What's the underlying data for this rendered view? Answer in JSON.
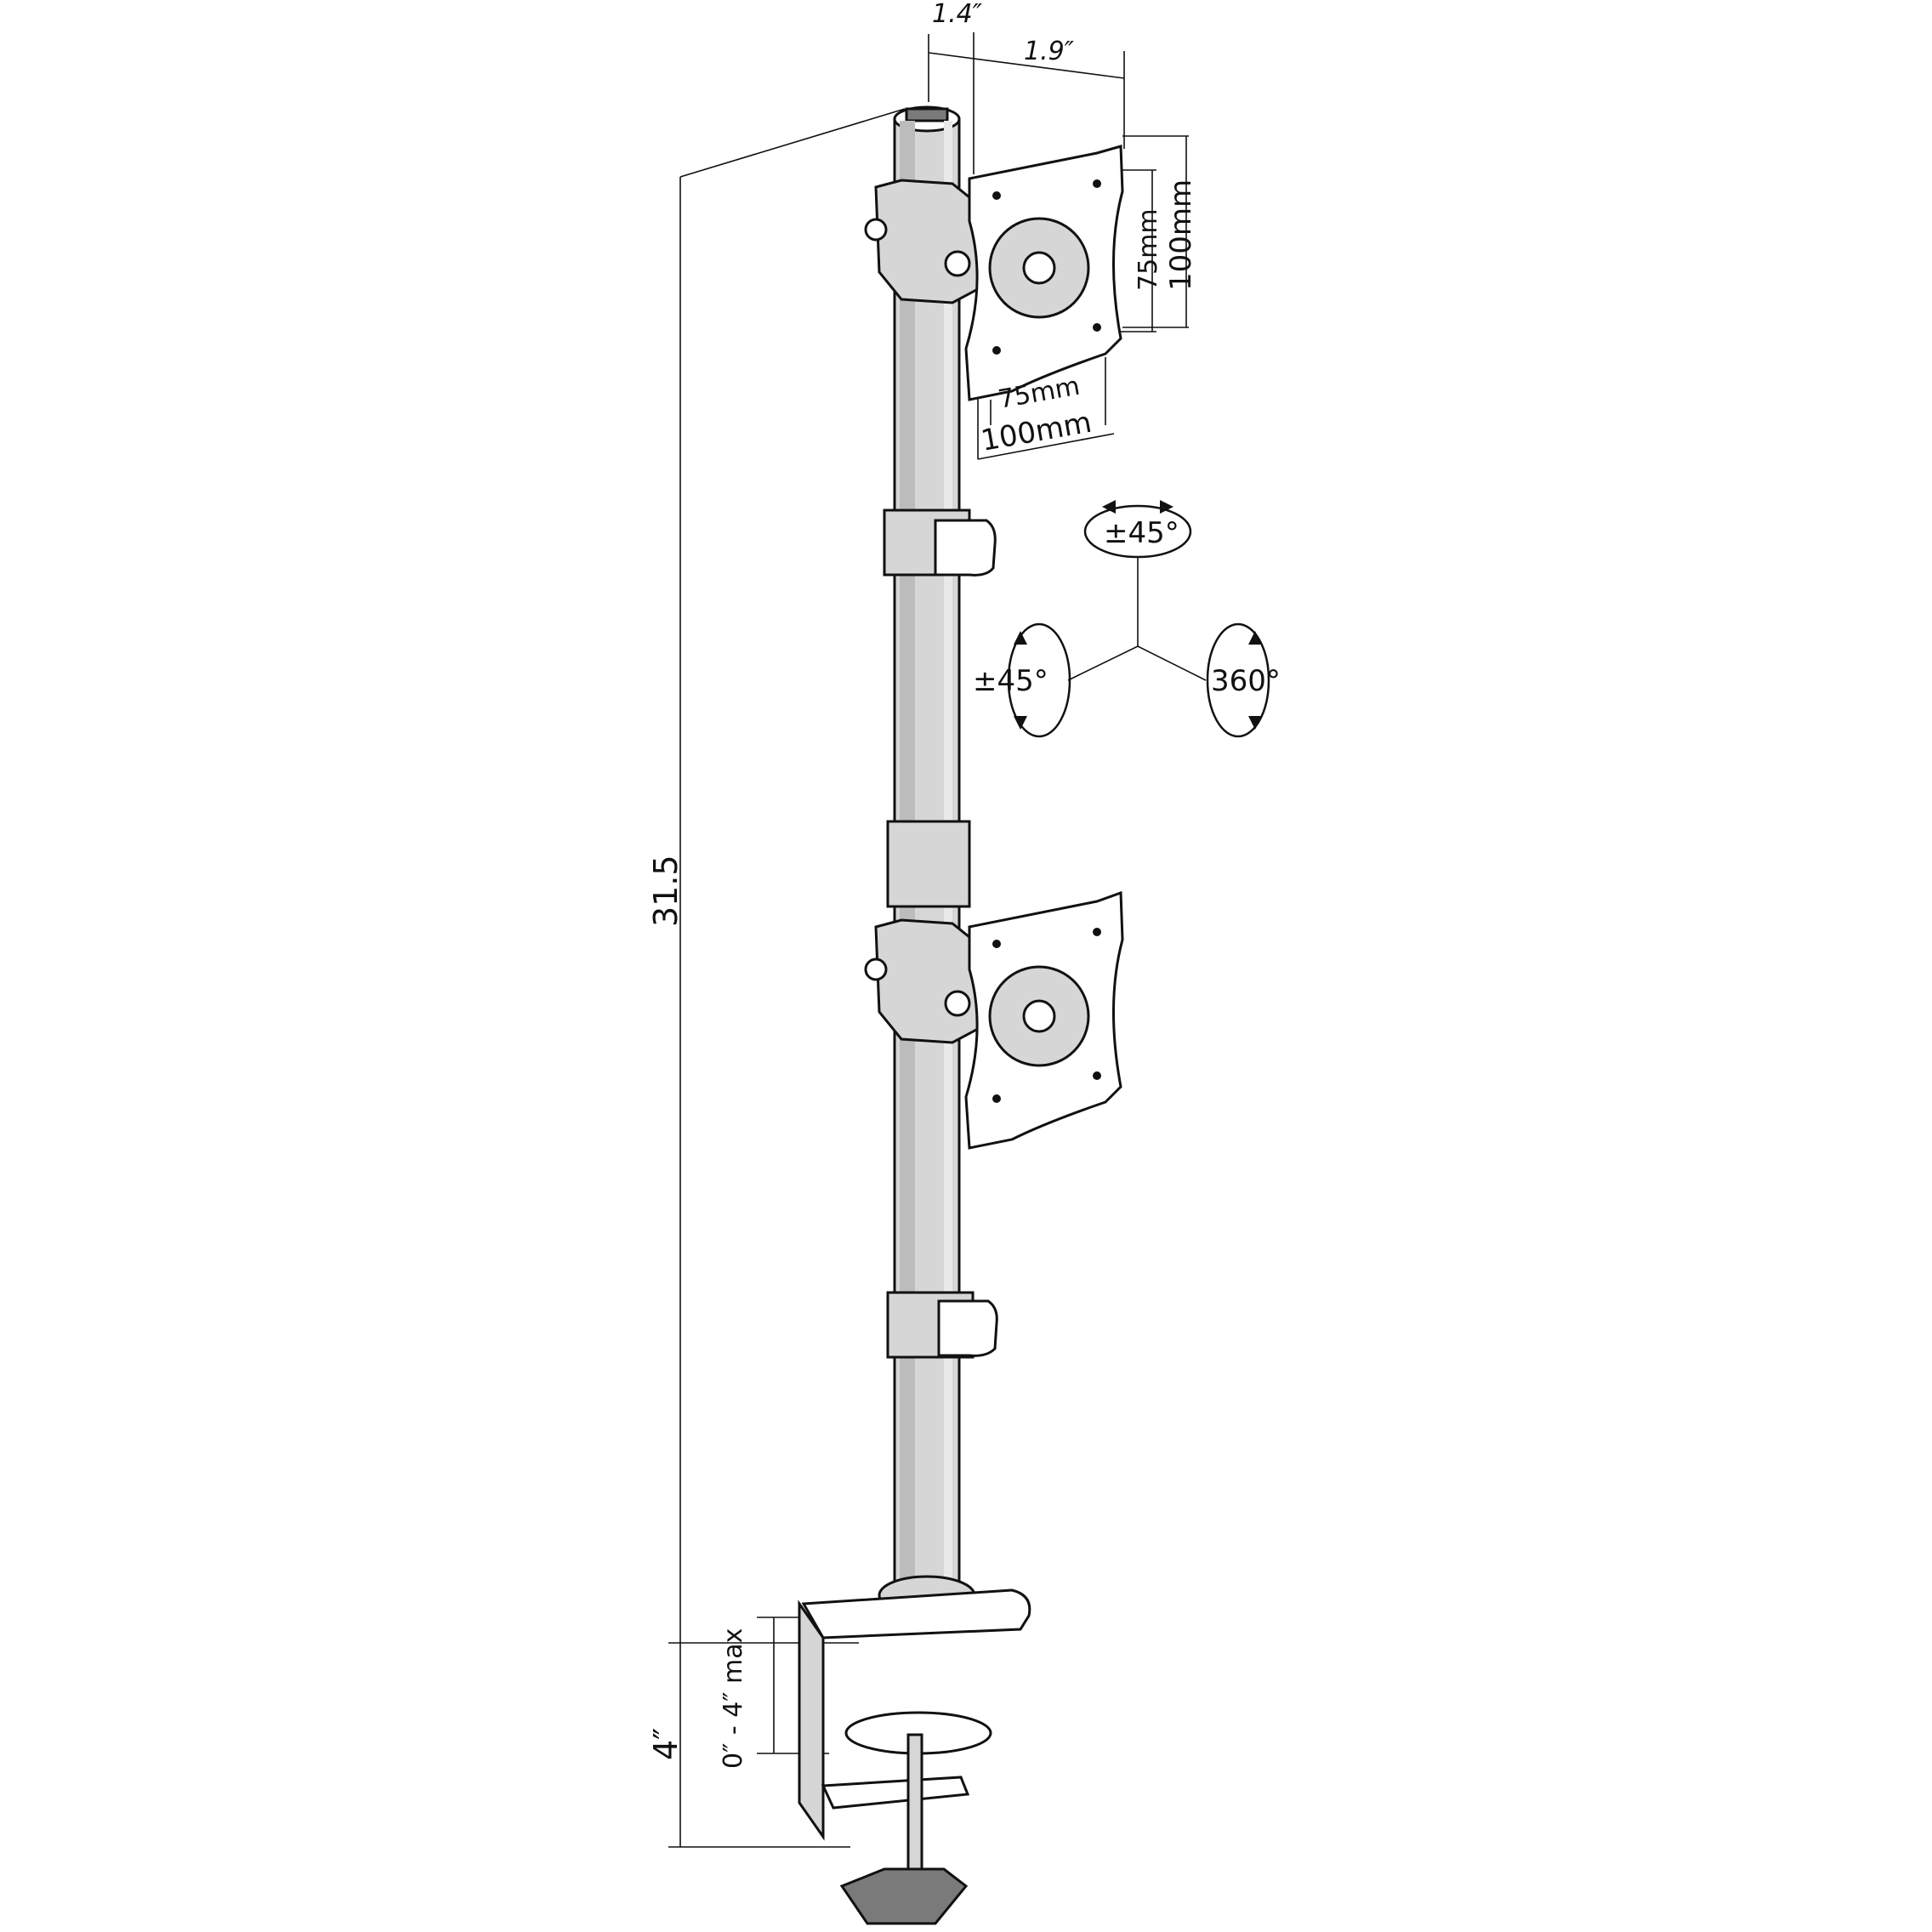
{
  "dimensions": {
    "mount_offset_short": "1.4″",
    "mount_offset_long": "1.9″",
    "pole_height": "31.5",
    "clamp_height": "4″",
    "clamp_range": "0″ - 4″ max",
    "vesa_small_horizontal": "75mm",
    "vesa_large_horizontal": "100mm",
    "vesa_small_vertical": "75mm",
    "vesa_large_vertical": "100mm"
  },
  "rotation": {
    "tilt": "±45°",
    "swivel": "±45°",
    "rotate": "360°"
  },
  "colors": {
    "line": "#111111",
    "metal": "#d6d6d6",
    "background": "#ffffff"
  }
}
